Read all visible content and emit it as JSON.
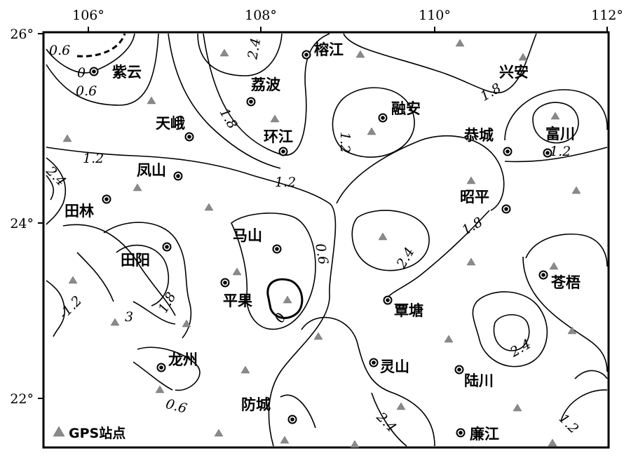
{
  "axes": {
    "lon_ticks": [
      "106°",
      "108°",
      "110°",
      "112°"
    ],
    "lat_ticks": [
      "26°",
      "24°",
      "22°"
    ]
  },
  "cities": [
    {
      "name": "紫云"
    },
    {
      "name": "榕江"
    },
    {
      "name": "荔波"
    },
    {
      "name": "兴安"
    },
    {
      "name": "融安"
    },
    {
      "name": "天峨"
    },
    {
      "name": "环江"
    },
    {
      "name": "恭城"
    },
    {
      "name": "富川"
    },
    {
      "name": "凤山"
    },
    {
      "name": "田林"
    },
    {
      "name": "昭平"
    },
    {
      "name": "马山"
    },
    {
      "name": "田阳"
    },
    {
      "name": "平果"
    },
    {
      "name": "苍梧"
    },
    {
      "name": "覃塘"
    },
    {
      "name": "龙州"
    },
    {
      "name": "灵山"
    },
    {
      "name": "陆川"
    },
    {
      "name": "防城"
    },
    {
      "name": "廉江"
    }
  ],
  "contour_labels": [
    "0.6",
    "0",
    "0.6",
    "2.4",
    "1.8",
    "1.8",
    "1.2",
    "1.2",
    "1.2",
    "2.4",
    "0.6",
    "0",
    "2.4",
    "1.8",
    "-1.2",
    "3",
    "1.8",
    "2.4",
    "0.6",
    "2.4",
    "1.2",
    "1.2"
  ],
  "legend": {
    "label": "GPS站点"
  }
}
